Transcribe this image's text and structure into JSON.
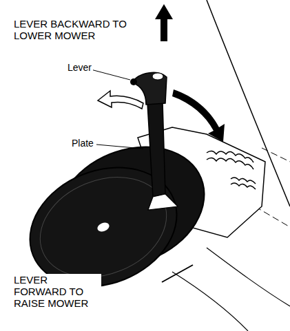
{
  "diagram": {
    "labels": [
      "LEVER BACKWARD TO LOWER MOWER",
      "Lever",
      "Plate",
      "LEVER FORWARD TO RAISE MOWER"
    ]
  }
}
